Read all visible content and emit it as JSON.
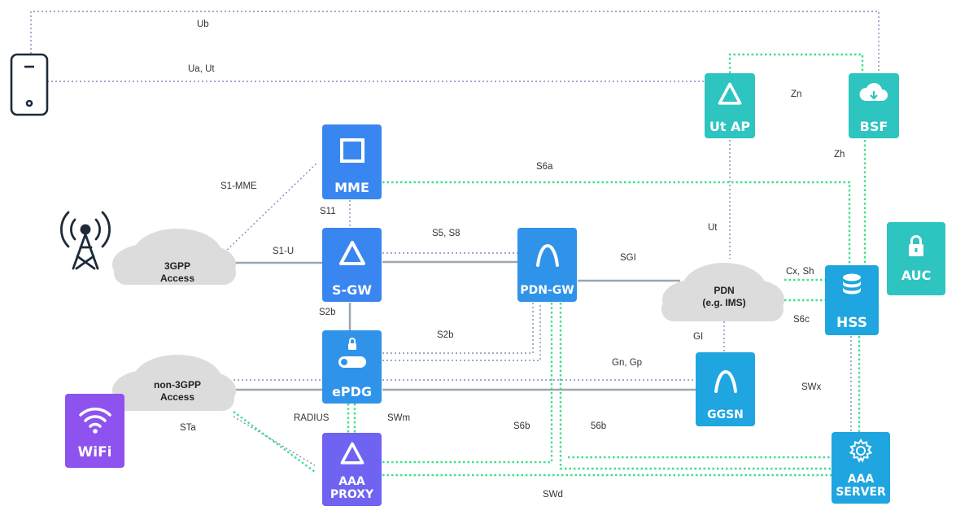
{
  "nodes": {
    "mme": "MME",
    "sgw": "S-GW",
    "pdngw": "PDN-GW",
    "epdg": "ePDG",
    "aaa_proxy_line1": "AAA",
    "aaa_proxy_line2": "PROXY",
    "utap": "Ut AP",
    "bsf": "BSF",
    "hss": "HSS",
    "auc": "AUC",
    "ggsn": "GGSN",
    "aaa_server_line1": "AAA",
    "aaa_server_line2": "SERVER",
    "wifi": "WiFi"
  },
  "clouds": {
    "access_3gpp": "3GPP\nAccess",
    "access_non3gpp": "non-3GPP\nAccess",
    "pdn": "PDN\n(e.g. IMS)"
  },
  "links": {
    "ub": "Ub",
    "ua_ut": "Ua, Ut",
    "zn": "Zn",
    "zh": "Zh",
    "s6a": "S6a",
    "s1_mme": "S1-MME",
    "s11": "S11",
    "s5_s8": "S5, S8",
    "s1_u": "S1-U",
    "sgi_upper": "SGI",
    "ut": "Ut",
    "cx_sh": "Cx, Sh",
    "s6c": "S6c",
    "s2b_left": "S2b",
    "s2b_right": "S2b",
    "gi": "GI",
    "gn_gp": "Gn, Gp",
    "swx": "SWx",
    "radius": "RADIUS",
    "swm": "SWm",
    "sta": "STa",
    "s6b_1": "S6b",
    "s6b_2": "56b",
    "swd": "SWd"
  },
  "colors": {
    "line_gray": "#9aa7b2",
    "dotted_blue": "#7b8fb8",
    "dotted_green": "#3ee08a",
    "cloud": "#dcdcdc"
  }
}
